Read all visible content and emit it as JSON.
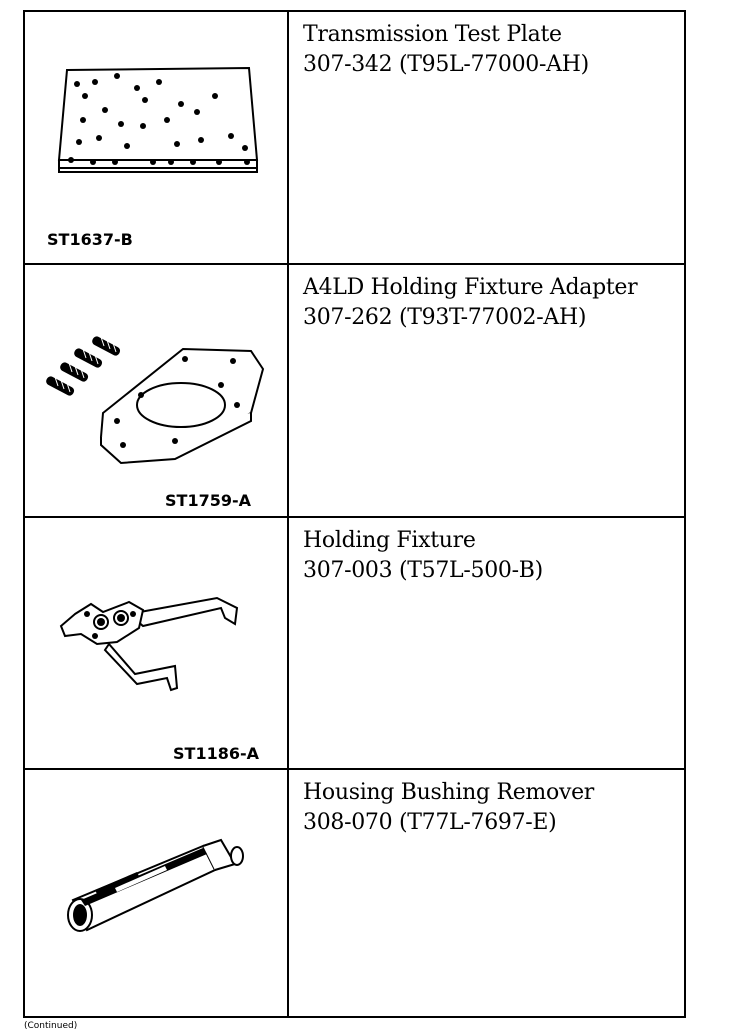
{
  "tools": [
    {
      "name": "Transmission Test Plate",
      "number": "307-342 (T95L-77000-AH)",
      "image_code": "ST1637-B",
      "icon": "test-plate-illustration"
    },
    {
      "name": "A4LD Holding Fixture Adapter",
      "number": "307-262 (T93T-77002-AH)",
      "image_code": "ST1759-A",
      "icon": "fixture-adapter-illustration"
    },
    {
      "name": "Holding Fixture",
      "number": "307-003 (T57L-500-B)",
      "image_code": "ST1186-A",
      "icon": "holding-fixture-illustration"
    },
    {
      "name": "Housing Bushing Remover",
      "number": "308-070 (T77L-7697-E)",
      "image_code": "",
      "icon": "bushing-remover-illustration"
    }
  ],
  "footer": "(Continued)"
}
